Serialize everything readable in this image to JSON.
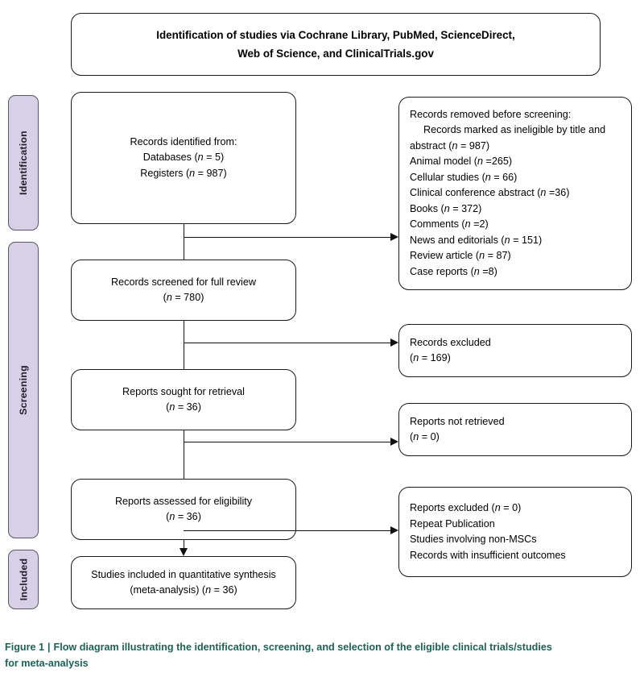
{
  "figure": {
    "header": {
      "line1": "Identification of studies via Cochrane Library, PubMed, ScienceDirect,",
      "line2": "Web of Science, and ClinicalTrials.gov"
    },
    "phases": [
      {
        "label": "Identification"
      },
      {
        "label": "Screening"
      },
      {
        "label": "Included"
      }
    ],
    "flow": {
      "identified": {
        "line1": "Records identified from:",
        "line2": "Databases (n = 5)",
        "line3": "Registers (n = 987)"
      },
      "screened": {
        "line1": "Records screened for full review",
        "line2": "(n = 780)"
      },
      "sought": {
        "line1": "Reports sought for retrieval",
        "line2": "(n = 36)"
      },
      "assessed": {
        "line1": "Reports assessed for eligibility",
        "line2": "(n = 36)"
      },
      "included": {
        "line1": "Studies included in quantitative synthesis",
        "line2": "(meta-analysis) (n = 36)"
      }
    },
    "exclusions": {
      "removed_before_screening": {
        "title": "Records removed before screening:",
        "items": [
          "Records marked as ineligible by title and",
          "abstract (n = 987)",
          "Animal model (n =265)",
          "Cellular studies (n = 66)",
          "Clinical conference abstract (n =36)",
          "Books (n = 372)",
          "Comments (n =2)",
          "News and editorials (n = 151)",
          "Review article (n = 87)",
          "Case reports (n =8)"
        ]
      },
      "records_excluded": {
        "line1": "Records excluded",
        "line2": "(n = 169)"
      },
      "reports_not_retrieved": {
        "line1": "Reports not retrieved",
        "line2": "(n = 0)"
      },
      "reports_excluded": {
        "line1": "Reports excluded (n = 0)",
        "line2": "Repeat Publication",
        "line3": "Studies involving non-MSCs",
        "line4": "Records with insufficient outcomes"
      }
    },
    "caption": {
      "label": "Figure 1",
      "separator": "|",
      "text_line1": "Flow diagram illustrating the identification, screening, and selection of the eligible clinical trials/studies",
      "text_line2": "for meta-analysis"
    },
    "colors": {
      "phase_tab_fill": "#d8d0e6",
      "phase_tab_border": "#5b5566",
      "box_border": "#1a1a1a",
      "caption_text": "#1b6355",
      "background": "#ffffff"
    }
  }
}
